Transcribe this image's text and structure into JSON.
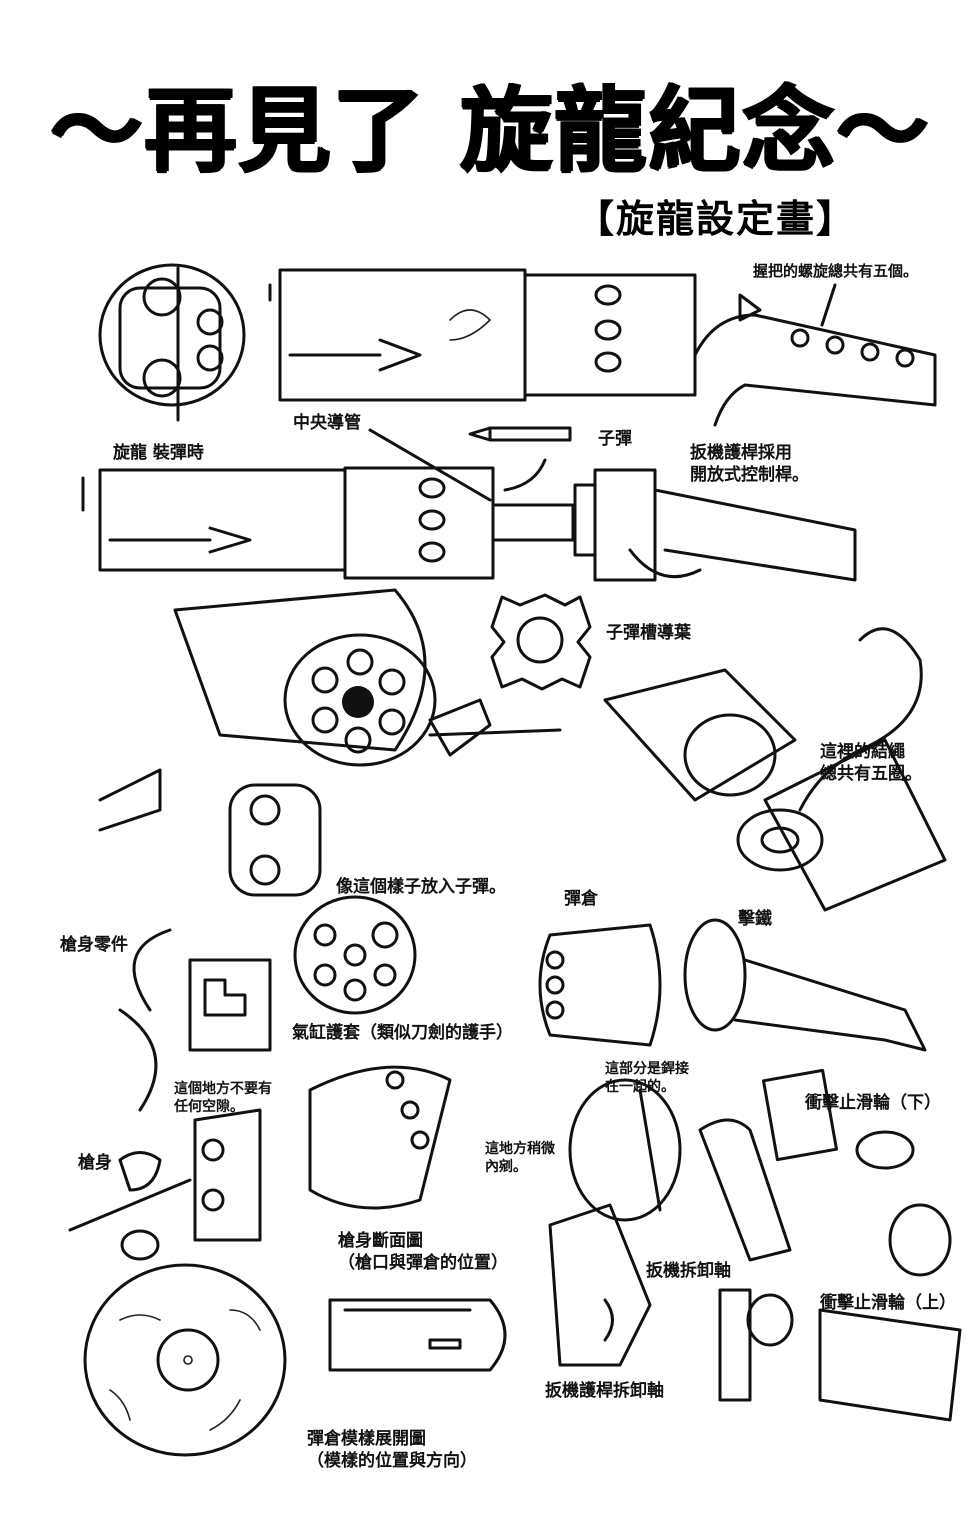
{
  "title": "～再見了 旋龍紀念～",
  "subtitle": "【旋龍設定畫】",
  "labels": {
    "grip_screws": "握把的螺旋總共有五個。",
    "central_tube": "中央導管",
    "bullet": "子彈",
    "loading": "旋龍 裝彈時",
    "trigger_guard": "扳機護桿採用\n開放式控制桿。",
    "bullet_guide_vane": "子彈槽導葉",
    "knots": "這裡的結繩\n總共有五圈。",
    "insert_bullets": "像這個樣子放入子彈。",
    "magazine": "彈倉",
    "firing_pin": "擊鐵",
    "barrel_parts": "槍身零件",
    "cylinder_guard": "氣缸護套（類似刀劍的護手）",
    "no_gap": "這個地方不要有\n任何空隙。",
    "welded": "這部分是銲接\n在一起的。",
    "hammer_slide_lower": "衝擊止滑輪（下）",
    "slightly_hollow": "這地方稍微\n內剜。",
    "barrel": "槍身",
    "barrel_section": "槍身斷面圖\n（槍口與彈倉的位置）",
    "trigger_axis": "扳機拆卸軸",
    "hammer_slide_upper": "衝擊止滑輪（上）",
    "magazine_pattern": "彈倉模樣展開圖\n（模樣的位置與方向）",
    "trigger_guard_axis": "扳機護桿拆卸軸"
  }
}
